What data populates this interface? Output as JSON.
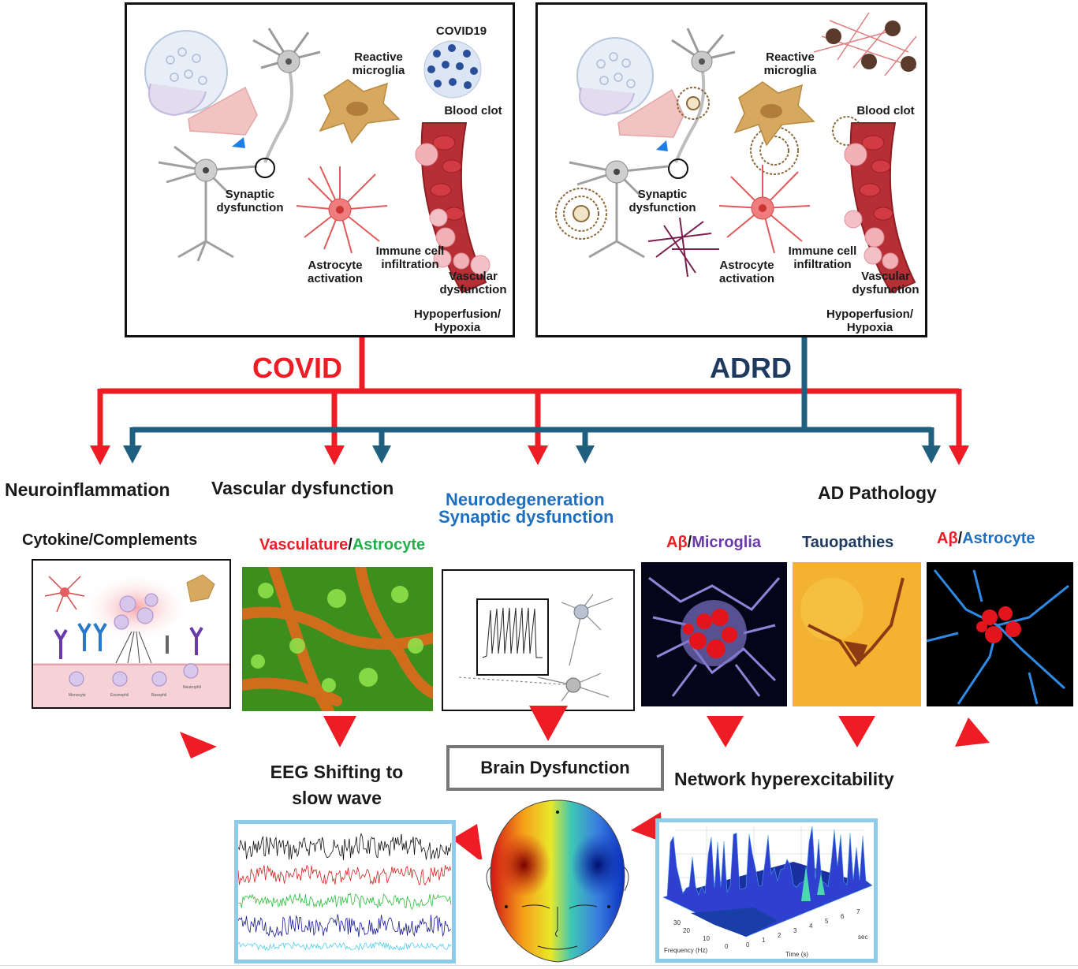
{
  "colors": {
    "covid": "#ee1c24",
    "adrd": "#1f5f7f",
    "blue_text": "#1f6fc0",
    "green_text": "#1fb04a",
    "purple_text": "#6a3aa8",
    "navy_text": "#1f3a5f",
    "frame_blue": "#8ecbe8",
    "box_gray": "#777777"
  },
  "panels": {
    "covid": {
      "covid19": "COVID19",
      "reactive_microglia": [
        "Reactive",
        "microglia"
      ],
      "blood_clot": "Blood clot",
      "synaptic": [
        "Synaptic",
        "dysfunction"
      ],
      "astrocyte": [
        "Astrocyte",
        "activation"
      ],
      "immune": [
        "Immune cell",
        "infiltration"
      ],
      "vascular": [
        "Vascular",
        "dysfunction"
      ],
      "hypo": [
        "Hypoperfusion/",
        "Hypoxia"
      ]
    },
    "adrd": {
      "reactive_microglia": [
        "Reactive",
        "microglia"
      ],
      "blood_clot": "Blood clot",
      "synaptic": [
        "Synaptic",
        "dysfunction"
      ],
      "astrocyte": [
        "Astrocyte",
        "activation"
      ],
      "immune": [
        "Immune cell",
        "infiltration"
      ],
      "vascular": [
        "Vascular",
        "dysfunction"
      ],
      "hypo": [
        "Hypoperfusion/",
        "Hypoxia"
      ]
    }
  },
  "branches": {
    "covid": "COVID",
    "adrd": "ADRD"
  },
  "categories": {
    "neuroinflammation": "Neuroinflammation",
    "vascular": "Vascular dysfunction",
    "neurodegeneration": "Neurodegeneration",
    "synaptic": "Synaptic dysfunction",
    "ad_pathology": "AD Pathology"
  },
  "subpanels": {
    "cytokine": "Cytokine/Complements",
    "vasculature": "Vasculature",
    "slash": "/",
    "astrocyte": "Astrocyte",
    "abeta": "Aβ",
    "microglia": "Microglia",
    "tauopathies": "Tauopathies",
    "astrocyte2": "Astrocyte",
    "cell_labels": [
      "Monocyte",
      "Eosinophil",
      "Basophil",
      "Neutrophil"
    ]
  },
  "outcomes": {
    "brain": "Brain Dysfunction",
    "eeg": [
      "EEG Shifting to",
      "slow wave"
    ],
    "network": "Network hyperexcitability"
  },
  "spectrogram": {
    "ylabel": "Frequency (Hz)",
    "xlabel": "Time (s)",
    "sec": "sec",
    "y_ticks": [
      "30",
      "20",
      "10",
      "0"
    ],
    "x_ticks": [
      "0",
      "1",
      "2",
      "3",
      "4",
      "5",
      "6",
      "7"
    ]
  }
}
